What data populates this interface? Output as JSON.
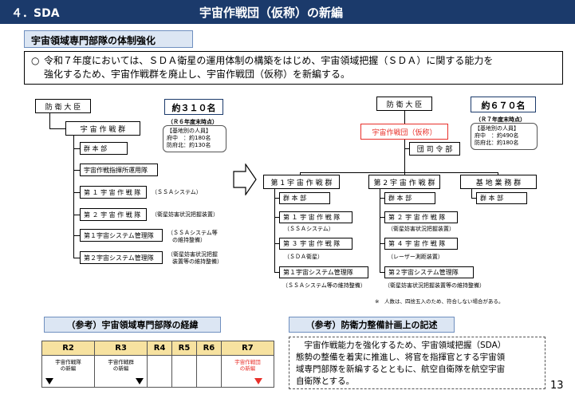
{
  "header": {
    "section": "４．SDA",
    "title": "宇宙作戦団（仮称）の新編"
  },
  "subtitle": "宇宙領域専門部隊の体制強化",
  "summary": {
    "mark": "○",
    "line1": "令和７年度においては、ＳＤＡ衛星の運用体制の構築をはじめ、宇宙領域把握（ＳＤＡ）に関する能力を",
    "line2": "強化するため、宇宙作戦群を廃止し、宇宙作戦団（仮称）を新編する。"
  },
  "before": {
    "minister": "防 衛 大 臣",
    "group": "宇 宙 作 戦 群",
    "hq": "群 本 部",
    "command_ops": "宇宙作戦指揮所運用隊",
    "sq1": "第 １ 宇 宙 作 戦 隊",
    "sq1_note": "（ＳＳＡシステム）",
    "sq2": "第 ２ 宇 宙 作 戦 隊",
    "sq2_note": "（衛星妨害状況把握装置）",
    "sys1": "第１宇宙システム管理隊",
    "sys1_note_1": "（ＳＳＡシステム等",
    "sys1_note_2": "の維持整備）",
    "sys2": "第２宇宙システム管理隊",
    "sys2_note_1": "（衛星妨害状況把握",
    "sys2_note_2": "装置等の維持整備）",
    "count": "約３１０名",
    "count_tag": "（Ｒ６年度末時点）",
    "base_title": "【基地別の人員】",
    "base_fuchu": "府中　：約180名",
    "base_north": "防府北：約130名"
  },
  "after": {
    "minister": "防 衛 大 臣",
    "brigade": "宇宙作戦団（仮称）",
    "hq": "団 司 令 部",
    "g1": "第 1 宇 宙 作 戦 群",
    "g1_hq": "群 本 部",
    "g1_sq1": "第 １ 宇 宙 作 戦 隊",
    "g1_sq1_note": "（ＳＳＡシステム）",
    "g1_sq3": "第 ３ 宇 宙 作 戦 隊",
    "g1_sq3_note": "（ＳＤＡ衛星）",
    "g1_sys": "第１宇宙システム管理隊",
    "g1_sys_note": "（ＳＳＡシステム等の維持整備）",
    "g2": "第 2 宇 宙 作 戦 群",
    "g2_hq": "群 本 部",
    "g2_sq2": "第 ２ 宇 宙 作 戦 隊",
    "g2_sq2_note": "（衛星妨害状況把握装置）",
    "g2_sq4": "第 ４ 宇 宙 作 戦 隊",
    "g2_sq4_note": "（レーザー測距装置）",
    "g2_sys": "第２宇宙システム管理隊",
    "g2_sys_note": "（衛星妨害状況把握装置等の維持整備）",
    "g3": "基 地 業 務 群",
    "g3_hq": "群 本 部",
    "count": "約６７０名",
    "count_tag": "（Ｒ７年度末時点）",
    "base_title": "【基地別の人員】",
    "base_fuchu": "府中　：約490名",
    "base_north": "防府北：約180名"
  },
  "note": "※　人数は、四捨五入のため、符合しない場合がある。",
  "history": {
    "heading": "（参考）宇宙領域専門部隊の経緯",
    "years": [
      "R2",
      "R3",
      "R4",
      "R5",
      "R6",
      "R7"
    ],
    "r2_1": "宇宙作戦隊",
    "r2_2": "の新編",
    "r3_1": "宇宙作戦群",
    "r3_2": "の新編",
    "r7_1": "宇宙作戦団",
    "r7_2": "の新編"
  },
  "plan": {
    "heading": "（参考）防衛力整備計画上の記述",
    "line1": "　宇宙作戦能力を強化するため、宇宙領域把握（SDA）",
    "line2": "態勢の整備を着実に推進し、将官を指揮官とする宇宙領",
    "line3": "域専門部隊を新編するとともに、航空自衛隊を航空宇宙",
    "line4": "自衛隊とする。"
  },
  "page_number": "13",
  "colors": {
    "header_bg": "#1b3a6b",
    "label_bg": "#dce6f3",
    "year_bg": "#f7e2a0",
    "accent_red": "#e8302a"
  }
}
